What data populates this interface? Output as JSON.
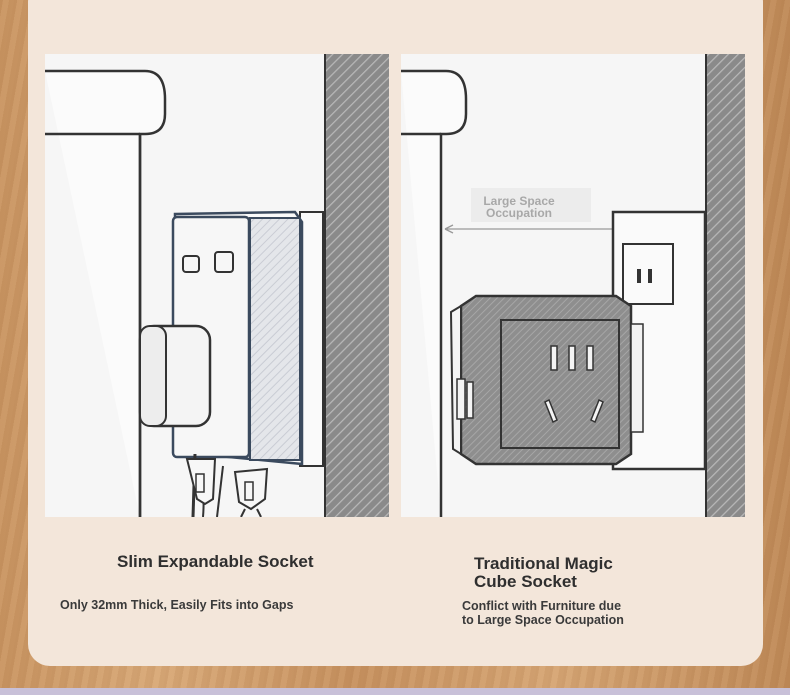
{
  "left": {
    "title": "Slim Expandable Socket",
    "subtitle": "Only 32mm Thick, Easily Fits into Gaps"
  },
  "right": {
    "title": "Traditional Magic\n Cube Socket",
    "subtitle": "Conflict with Furniture due\n to Large Space Occupation",
    "annotation": "Large Space\nOccupation"
  },
  "colors": {
    "card": "#f3e6da",
    "wood": "#c99562",
    "wall": "#8a8a8a",
    "socket_fill": "#8c8c8c",
    "outline": "#333333"
  }
}
